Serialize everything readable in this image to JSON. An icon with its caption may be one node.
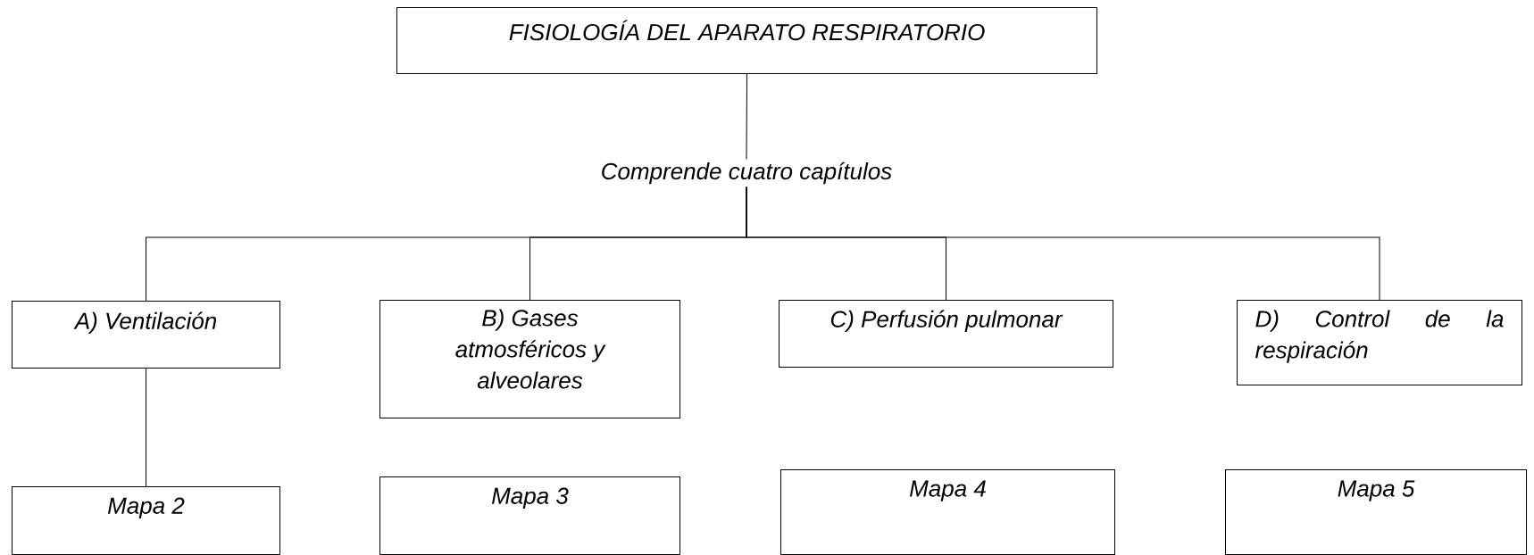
{
  "diagram": {
    "nodes": [
      {
        "text": [
          "FISIOLOGÍA DEL APARATO RESPIRATORIO"
        ]
      },
      {
        "text": [
          "Comprende cuatro capítulos"
        ]
      },
      {
        "text": [
          "A) Ventilación"
        ]
      },
      {
        "text": [
          "B) Gases atmosféricos y alveolares"
        ]
      },
      {
        "text": [
          "C) Perfusión pulmonar"
        ]
      },
      {
        "text": [
          "D) Control de la respiración"
        ]
      },
      {
        "text": [
          "Mapa 2"
        ]
      },
      {
        "text": [
          "Mapa 3"
        ]
      },
      {
        "text": [
          "Mapa 4"
        ]
      },
      {
        "text": [
          "Mapa 5"
        ]
      }
    ],
    "edges": [
      {
        "from": 0,
        "to": 1,
        "arrow": "none"
      },
      {
        "from": 1,
        "to": 2,
        "arrow": "none"
      },
      {
        "from": 1,
        "to": 3,
        "arrow": "none"
      },
      {
        "from": 1,
        "to": 4,
        "arrow": "none"
      },
      {
        "from": 1,
        "to": 5,
        "arrow": "none"
      },
      {
        "from": 2,
        "to": 6,
        "arrow": "none"
      }
    ]
  }
}
